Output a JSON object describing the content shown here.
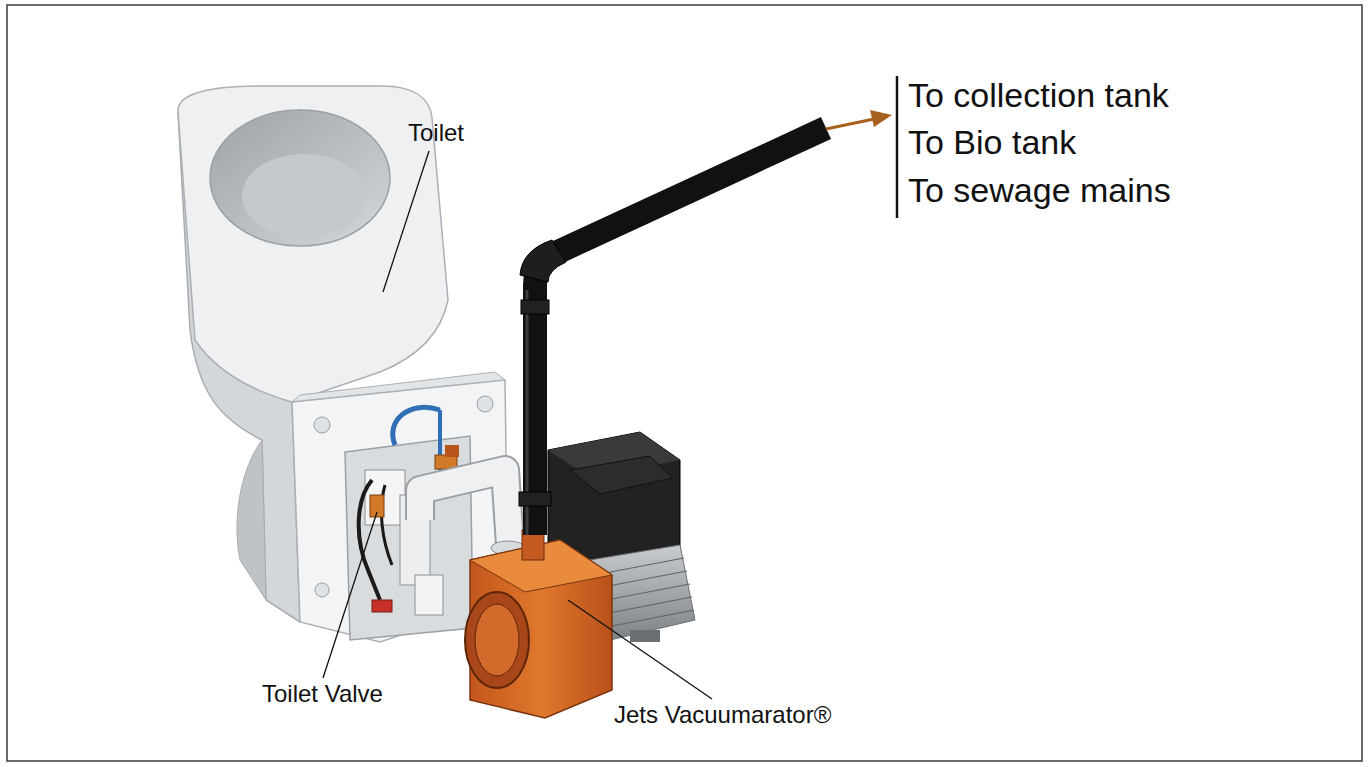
{
  "diagram": {
    "labels": [
      "Toilet",
      "Toilet Valve",
      "Jets Vacuumarator®",
      "To collection tank",
      "To Bio tank",
      "To sewage mains"
    ]
  }
}
